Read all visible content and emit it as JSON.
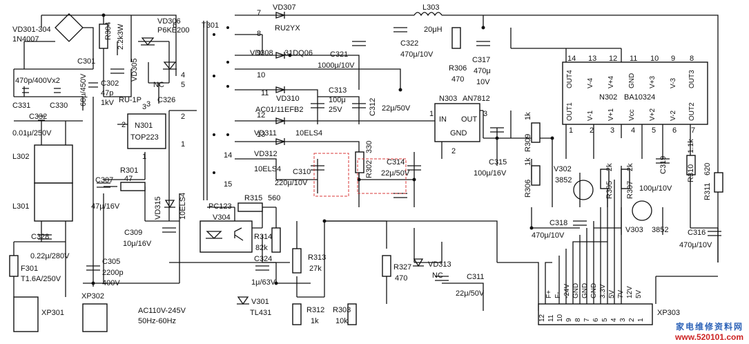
{
  "components": {
    "vd301": {
      "ref": "VD301-304",
      "val": "1N4007"
    },
    "r304": {
      "ref": "R304",
      "val": "2.2k3W"
    },
    "vd306": {
      "ref": "VD306",
      "val": "P6KE200"
    },
    "vd305": {
      "ref": "VD305",
      "val": "RU-1P"
    },
    "nc_t": "NC",
    "c301": {
      "ref": "C301",
      "val": "68μ/450V"
    },
    "c302": {
      "ref": "C302",
      "val": "47p",
      "val2": "1kV"
    },
    "c326": {
      "ref": "C326"
    },
    "c331": {
      "ref": "C331",
      "top": "470p/400Vx2"
    },
    "c330": {
      "ref": "C330"
    },
    "c332": {
      "ref": "C332",
      "val": "0.01μ/250V"
    },
    "l302": {
      "ref": "L302"
    },
    "l301": {
      "ref": "L301"
    },
    "c328": {
      "ref": "C328",
      "val": "0.22μ/280V"
    },
    "f301": {
      "ref": "F301",
      "val": "T1.6A/250V"
    },
    "xp301": {
      "ref": "XP301"
    },
    "xp302": {
      "ref": "XP302"
    },
    "ac_in": {
      "line1": "AC110V-245V",
      "line2": "50Hz-60Hz"
    },
    "n301": {
      "ref": "N301",
      "val": "TOP223"
    },
    "c307": {
      "ref": "C307",
      "val": "47μ/16V"
    },
    "r301": {
      "ref": "R301",
      "val": "47"
    },
    "vd315": {
      "ref": "VD315",
      "val": "10ELS4"
    },
    "c309": {
      "ref": "C309",
      "val": "10μ/16V"
    },
    "c305": {
      "ref": "C305",
      "val": "2200p",
      "val2": "400V"
    },
    "t301": {
      "ref": "T301"
    },
    "vd307": {
      "ref": "VD307",
      "val": "RU2YX"
    },
    "vd308": {
      "ref": "VD308",
      "val": "31DQ06"
    },
    "vd310": {
      "ref": "VD310",
      "val": "AC01/11EFB2"
    },
    "vd311": {
      "ref": "VD311",
      "val": "10ELS4"
    },
    "vd312": {
      "ref": "VD312",
      "val": "10ELS4"
    },
    "c321": {
      "ref": "C321",
      "val": "1000μ/10V"
    },
    "c322": {
      "ref": "C322",
      "val": "470μ/10V"
    },
    "l303": {
      "ref": "L303",
      "val": "20μH"
    },
    "r306a": {
      "ref": "R306",
      "val": "470"
    },
    "c317": {
      "ref": "C317",
      "val": "470μ",
      "val2": "10V"
    },
    "c313": {
      "ref": "C313",
      "val": "100μ",
      "val2": "25V"
    },
    "c312": {
      "ref": "C312",
      "val": "22μ/50V"
    },
    "n303": {
      "ref": "N303",
      "val": "AN7812",
      "pin_in": "IN",
      "pin_out": "OUT",
      "pin_gnd": "GND"
    },
    "c315": {
      "ref": "C315",
      "val": "100μ/16V"
    },
    "c310": {
      "ref": "C310",
      "val": "220μ/10V"
    },
    "r302": {
      "ref": "R302",
      "val": "330"
    },
    "c314": {
      "ref": "C314",
      "val": "22μ/50V"
    },
    "r309": {
      "ref": "R309",
      "val": "1k"
    },
    "r306b": {
      "ref": "R306",
      "val": "1k"
    },
    "n302": {
      "ref": "N302",
      "val": "BA10324",
      "pins_top": [
        "OUT4",
        "V-4",
        "V+4",
        "GND",
        "V+3",
        "V-3",
        "OUT3"
      ],
      "pins_bot": [
        "OUT1",
        "V-1",
        "V+1",
        "Vcc",
        "V+2",
        "V-2",
        "OUT2"
      ]
    },
    "v302": {
      "ref": "V302",
      "val": "3852"
    },
    "r305": {
      "ref": "R305",
      "val": "2k"
    },
    "r307": {
      "ref": "R307",
      "val": "2k"
    },
    "c319": {
      "ref": "C319",
      "val": "100μ/10V"
    },
    "r310": {
      "ref": "R310",
      "val": "1.1k"
    },
    "r311": {
      "ref": "R311",
      "val": "620"
    },
    "c318": {
      "ref": "C318",
      "val": "470μ/10V"
    },
    "v303": {
      "ref": "V303",
      "val": "3852"
    },
    "c316": {
      "ref": "C316",
      "val": "470μ/10V"
    },
    "pc123": {
      "ref": "PC123",
      "val": "V304"
    },
    "r315": {
      "ref": "R315",
      "val": "560"
    },
    "r314": {
      "ref": "R314",
      "val": "82k"
    },
    "c324": {
      "ref": "C324",
      "val": "1μ/63V"
    },
    "r313": {
      "ref": "R313",
      "val": "27k"
    },
    "v301": {
      "ref": "V301",
      "val": "TL431"
    },
    "r312": {
      "ref": "R312",
      "val": "1k"
    },
    "r303": {
      "ref": "R303",
      "val": "10k"
    },
    "r327": {
      "ref": "R327",
      "val": "470"
    },
    "vd313": {
      "ref": "VD313",
      "val": "NC"
    },
    "c311": {
      "ref": "C311",
      "val": "22μ/50V"
    },
    "xp303": {
      "ref": "XP303",
      "pins": [
        "12",
        "11",
        "10",
        "9",
        "8",
        "7",
        "6",
        "5",
        "4",
        "3",
        "2",
        "1"
      ],
      "signals": [
        "F+",
        "F-",
        "-24V",
        "GND",
        "GND",
        "GND",
        "3.3V",
        "5V",
        "7V",
        "12V",
        "5V"
      ]
    }
  },
  "pin_numbers": {
    "t301": [
      "6",
      "4",
      "5",
      "3",
      "2",
      "1",
      "7",
      "8",
      "9",
      "10",
      "11",
      "12",
      "13",
      "14",
      "15"
    ],
    "n301": [
      "2",
      "3",
      "1"
    ],
    "n302_top": [
      "14",
      "13",
      "12",
      "11",
      "10",
      "9",
      "8"
    ],
    "n302_bot": [
      "1",
      "2",
      "3",
      "4",
      "5",
      "6",
      "7"
    ],
    "n303": [
      "1",
      "3",
      "2"
    ]
  },
  "watermark": {
    "cn": "家电维修资料网",
    "url": "www.520101.com"
  }
}
